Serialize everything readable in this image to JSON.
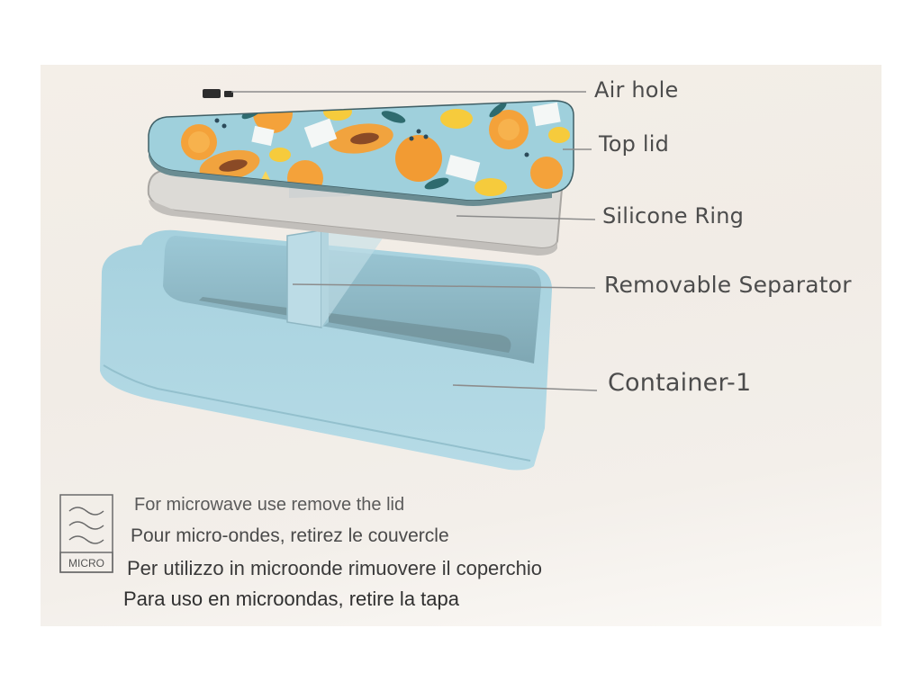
{
  "parts": {
    "air_hole": "Air hole",
    "top_lid": "Top lid",
    "silicone_ring": "Silicone Ring",
    "removable_separator": "Removable Separator",
    "container": "Container-1"
  },
  "microwave_icon": {
    "label": "MICRO",
    "icon": "microwave-waves-icon"
  },
  "instructions": [
    "For microwave use remove the lid",
    "Pour micro-ondes, retirez le couvercle",
    "Per utilizzo in microonde rimuovere il coperchio",
    "Para uso en microondas, retire la tapa"
  ],
  "colors": {
    "background": "#f2ede7",
    "container": "#a9d2df",
    "lid_pattern_bg": "#9fd0dc",
    "orange": "#f4a23a",
    "lemon": "#f6cb3c",
    "label_text": "#4c4c4c"
  }
}
